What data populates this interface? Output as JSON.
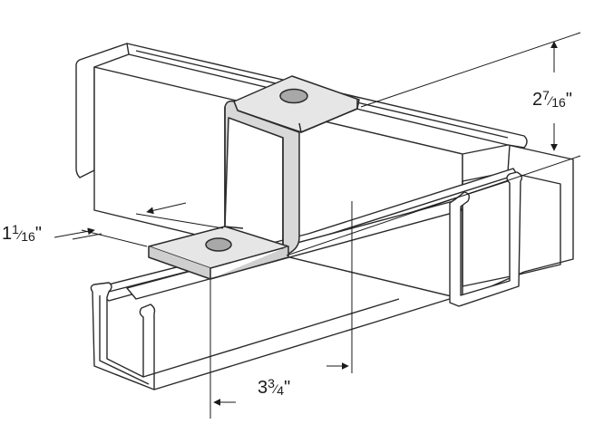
{
  "dimensions": {
    "height": {
      "whole": "2",
      "numerator": "7",
      "denominator": "16",
      "unit": "\""
    },
    "width": {
      "whole": "1",
      "numerator": "1",
      "denominator": "16",
      "unit": "\""
    },
    "length": {
      "whole": "3",
      "numerator": "3",
      "denominator": "4",
      "unit": "\""
    }
  },
  "colors": {
    "line": "#2a2a2a",
    "channel_fill": "#ffffff",
    "bracket_fill": "#e6e6e6",
    "bracket_shade": "#cfcfcf",
    "hole": "#a8a8a8"
  }
}
